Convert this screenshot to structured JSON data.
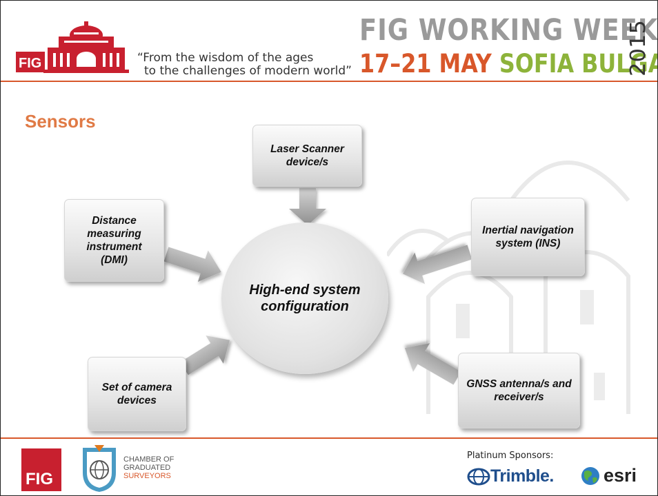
{
  "header": {
    "logo_text": "FIG",
    "tagline_line1": "“From the wisdom of the ages",
    "tagline_line2": "to the challenges of modern world”",
    "event_title": "FIG WORKING WEEK",
    "event_dates": "17–21 MAY",
    "event_city": "SOFIA BULGARIA",
    "event_year": "2015"
  },
  "slide": {
    "title": "Sensors",
    "center_node": [
      "High-end  system",
      "configuration"
    ],
    "nodes": {
      "laser_scanner": [
        "Laser Scanner",
        "device/s"
      ],
      "dmi": [
        "Distance",
        "measuring",
        "instrument",
        "(DMI)"
      ],
      "ins": [
        "Inertial navigation",
        "system (INS)"
      ],
      "camera": [
        "Set of camera",
        "devices"
      ],
      "gnss": [
        "GNSS antenna/s and",
        "receiver/s"
      ]
    }
  },
  "footer": {
    "logo_text": "FIG",
    "org_line1": "CHAMBER OF",
    "org_line2": "GRADUATED",
    "org_line3": "SURVEYORS",
    "sponsors_label": "Platinum Sponsors:",
    "sponsor1": "Trimble.",
    "sponsor2": "esri"
  },
  "colors": {
    "accent": "#d8572a",
    "title_orange": "#e07a45",
    "green": "#8db33a",
    "logo_red": "#c8202f"
  }
}
